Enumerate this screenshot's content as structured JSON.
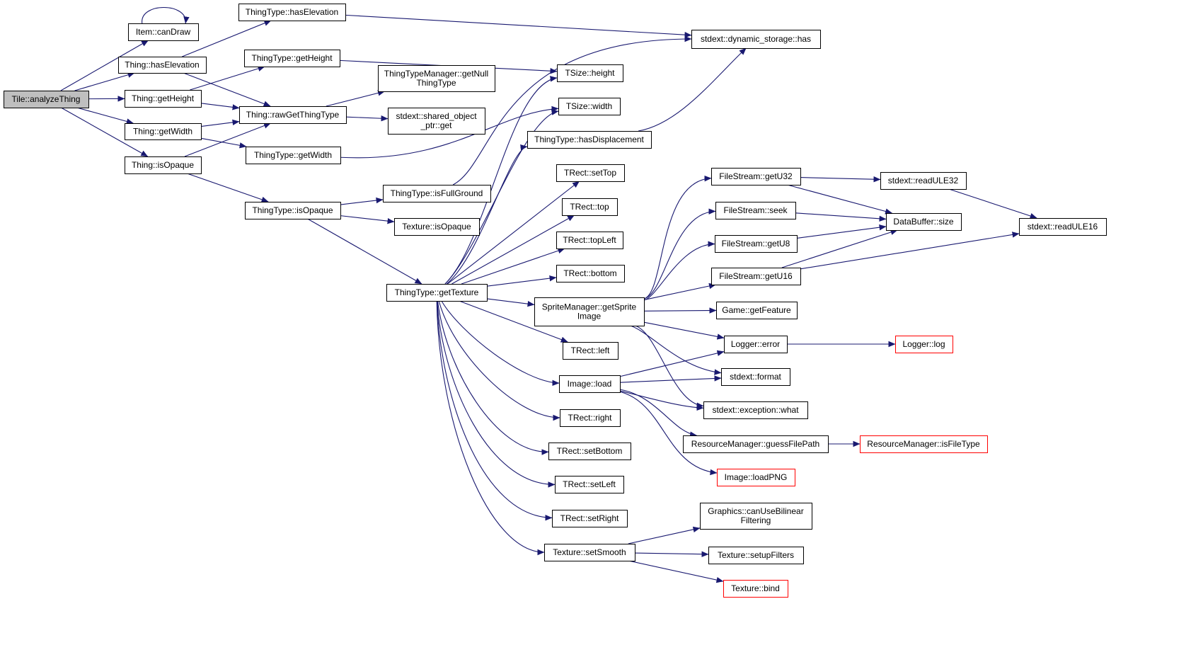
{
  "diagram": {
    "type": "call-graph",
    "edge_color": "#191970",
    "truncated_border_color": "#ff0000",
    "root_fill_color": "#bfbfbf",
    "nodes": [
      {
        "id": "tile_analyze",
        "lines": [
          "Tile::analyzeThing"
        ],
        "root": true
      },
      {
        "id": "item_candraw",
        "lines": [
          "Item::canDraw"
        ]
      },
      {
        "id": "thing_haselev",
        "lines": [
          "Thing::hasElevation"
        ]
      },
      {
        "id": "thing_getheight",
        "lines": [
          "Thing::getHeight"
        ]
      },
      {
        "id": "thing_getwidth",
        "lines": [
          "Thing::getWidth"
        ]
      },
      {
        "id": "thing_isopaque",
        "lines": [
          "Thing::isOpaque"
        ]
      },
      {
        "id": "tt_haselev",
        "lines": [
          "ThingType::hasElevation"
        ]
      },
      {
        "id": "tt_getheight",
        "lines": [
          "ThingType::getHeight"
        ]
      },
      {
        "id": "thing_rawget",
        "lines": [
          "Thing::rawGetThingType"
        ]
      },
      {
        "id": "tt_getwidth",
        "lines": [
          "ThingType::getWidth"
        ]
      },
      {
        "id": "tt_isopaque",
        "lines": [
          "ThingType::isOpaque"
        ]
      },
      {
        "id": "ttm_getnull",
        "lines": [
          "ThingTypeManager::getNull",
          "ThingType"
        ]
      },
      {
        "id": "so_ptr_get",
        "lines": [
          "stdext::shared_object",
          "_ptr::get"
        ]
      },
      {
        "id": "tt_isfullground",
        "lines": [
          "ThingType::isFullGround"
        ]
      },
      {
        "id": "tex_isopaque",
        "lines": [
          "Texture::isOpaque"
        ]
      },
      {
        "id": "tt_gettexture",
        "lines": [
          "ThingType::getTexture"
        ]
      },
      {
        "id": "ds_has",
        "lines": [
          "stdext::dynamic_storage::has"
        ]
      },
      {
        "id": "tsize_height",
        "lines": [
          "TSize::height"
        ]
      },
      {
        "id": "tsize_width",
        "lines": [
          "TSize::width"
        ]
      },
      {
        "id": "tt_hasdisp",
        "lines": [
          "ThingType::hasDisplacement"
        ]
      },
      {
        "id": "trect_settop",
        "lines": [
          "TRect::setTop"
        ]
      },
      {
        "id": "trect_top",
        "lines": [
          "TRect::top"
        ]
      },
      {
        "id": "trect_topleft",
        "lines": [
          "TRect::topLeft"
        ]
      },
      {
        "id": "trect_bottom",
        "lines": [
          "TRect::bottom"
        ]
      },
      {
        "id": "sm_getsprite",
        "lines": [
          "SpriteManager::getSprite",
          "Image"
        ]
      },
      {
        "id": "trect_left",
        "lines": [
          "TRect::left"
        ]
      },
      {
        "id": "image_load",
        "lines": [
          "Image::load"
        ]
      },
      {
        "id": "trect_right",
        "lines": [
          "TRect::right"
        ]
      },
      {
        "id": "trect_setbottom",
        "lines": [
          "TRect::setBottom"
        ]
      },
      {
        "id": "trect_setleft",
        "lines": [
          "TRect::setLeft"
        ]
      },
      {
        "id": "trect_setright",
        "lines": [
          "TRect::setRight"
        ]
      },
      {
        "id": "tex_setsmooth",
        "lines": [
          "Texture::setSmooth"
        ]
      },
      {
        "id": "fs_getu32",
        "lines": [
          "FileStream::getU32"
        ]
      },
      {
        "id": "fs_seek",
        "lines": [
          "FileStream::seek"
        ]
      },
      {
        "id": "fs_getu8",
        "lines": [
          "FileStream::getU8"
        ]
      },
      {
        "id": "fs_getu16",
        "lines": [
          "FileStream::getU16"
        ]
      },
      {
        "id": "game_getfeature",
        "lines": [
          "Game::getFeature"
        ]
      },
      {
        "id": "logger_error",
        "lines": [
          "Logger::error"
        ]
      },
      {
        "id": "stdext_format",
        "lines": [
          "stdext::format"
        ]
      },
      {
        "id": "exc_what",
        "lines": [
          "stdext::exception::what"
        ]
      },
      {
        "id": "rm_guess",
        "lines": [
          "ResourceManager::guessFilePath"
        ]
      },
      {
        "id": "image_loadpng",
        "lines": [
          "Image::loadPNG"
        ],
        "truncated": true
      },
      {
        "id": "gfx_bilinear",
        "lines": [
          "Graphics::canUseBilinear",
          "Filtering"
        ]
      },
      {
        "id": "tex_setupfilters",
        "lines": [
          "Texture::setupFilters"
        ]
      },
      {
        "id": "tex_bind",
        "lines": [
          "Texture::bind"
        ],
        "truncated": true
      },
      {
        "id": "readule32",
        "lines": [
          "stdext::readULE32"
        ]
      },
      {
        "id": "databuffer_size",
        "lines": [
          "DataBuffer::size"
        ]
      },
      {
        "id": "readule16",
        "lines": [
          "stdext::readULE16"
        ]
      },
      {
        "id": "logger_log",
        "lines": [
          "Logger::log"
        ],
        "truncated": true
      },
      {
        "id": "rm_isfiletype",
        "lines": [
          "ResourceManager::isFileType"
        ],
        "truncated": true
      }
    ],
    "edges": [
      [
        "tile_analyze",
        "item_candraw"
      ],
      [
        "tile_analyze",
        "thing_haselev"
      ],
      [
        "tile_analyze",
        "thing_getheight"
      ],
      [
        "tile_analyze",
        "thing_getwidth"
      ],
      [
        "tile_analyze",
        "thing_isopaque"
      ],
      [
        "item_candraw",
        "item_candraw"
      ],
      [
        "thing_haselev",
        "tt_haselev"
      ],
      [
        "thing_haselev",
        "thing_rawget"
      ],
      [
        "thing_getheight",
        "tt_getheight"
      ],
      [
        "thing_getheight",
        "thing_rawget"
      ],
      [
        "thing_getwidth",
        "thing_rawget"
      ],
      [
        "thing_getwidth",
        "tt_getwidth"
      ],
      [
        "thing_isopaque",
        "thing_rawget"
      ],
      [
        "thing_isopaque",
        "tt_isopaque"
      ],
      [
        "tt_haselev",
        "ds_has"
      ],
      [
        "tt_getheight",
        "tsize_height"
      ],
      [
        "thing_rawget",
        "ttm_getnull"
      ],
      [
        "thing_rawget",
        "so_ptr_get"
      ],
      [
        "tt_getwidth",
        "tsize_width"
      ],
      [
        "tt_isopaque",
        "tt_isfullground"
      ],
      [
        "tt_isopaque",
        "tex_isopaque"
      ],
      [
        "tt_isopaque",
        "tt_gettexture"
      ],
      [
        "tt_isfullground",
        "ds_has"
      ],
      [
        "tt_hasdisp",
        "ds_has"
      ],
      [
        "tt_gettexture",
        "tsize_height"
      ],
      [
        "tt_gettexture",
        "tsize_width"
      ],
      [
        "tt_gettexture",
        "tt_hasdisp"
      ],
      [
        "tt_gettexture",
        "trect_settop"
      ],
      [
        "tt_gettexture",
        "trect_top"
      ],
      [
        "tt_gettexture",
        "trect_topleft"
      ],
      [
        "tt_gettexture",
        "trect_bottom"
      ],
      [
        "tt_gettexture",
        "sm_getsprite"
      ],
      [
        "tt_gettexture",
        "trect_left"
      ],
      [
        "tt_gettexture",
        "image_load"
      ],
      [
        "tt_gettexture",
        "trect_right"
      ],
      [
        "tt_gettexture",
        "trect_setbottom"
      ],
      [
        "tt_gettexture",
        "trect_setleft"
      ],
      [
        "tt_gettexture",
        "trect_setright"
      ],
      [
        "tt_gettexture",
        "tex_setsmooth"
      ],
      [
        "sm_getsprite",
        "fs_getu32"
      ],
      [
        "sm_getsprite",
        "fs_seek"
      ],
      [
        "sm_getsprite",
        "fs_getu8"
      ],
      [
        "sm_getsprite",
        "fs_getu16"
      ],
      [
        "sm_getsprite",
        "game_getfeature"
      ],
      [
        "sm_getsprite",
        "logger_error"
      ],
      [
        "sm_getsprite",
        "stdext_format"
      ],
      [
        "sm_getsprite",
        "exc_what"
      ],
      [
        "image_load",
        "logger_error"
      ],
      [
        "image_load",
        "stdext_format"
      ],
      [
        "image_load",
        "exc_what"
      ],
      [
        "image_load",
        "rm_guess"
      ],
      [
        "image_load",
        "image_loadpng"
      ],
      [
        "tex_setsmooth",
        "gfx_bilinear"
      ],
      [
        "tex_setsmooth",
        "tex_setupfilters"
      ],
      [
        "tex_setsmooth",
        "tex_bind"
      ],
      [
        "fs_getu32",
        "readule32"
      ],
      [
        "fs_getu32",
        "databuffer_size"
      ],
      [
        "fs_seek",
        "databuffer_size"
      ],
      [
        "fs_getu8",
        "databuffer_size"
      ],
      [
        "fs_getu16",
        "databuffer_size"
      ],
      [
        "fs_getu16",
        "readule16"
      ],
      [
        "readule32",
        "readule16"
      ],
      [
        "logger_error",
        "logger_log"
      ],
      [
        "rm_guess",
        "rm_isfiletype"
      ]
    ]
  }
}
